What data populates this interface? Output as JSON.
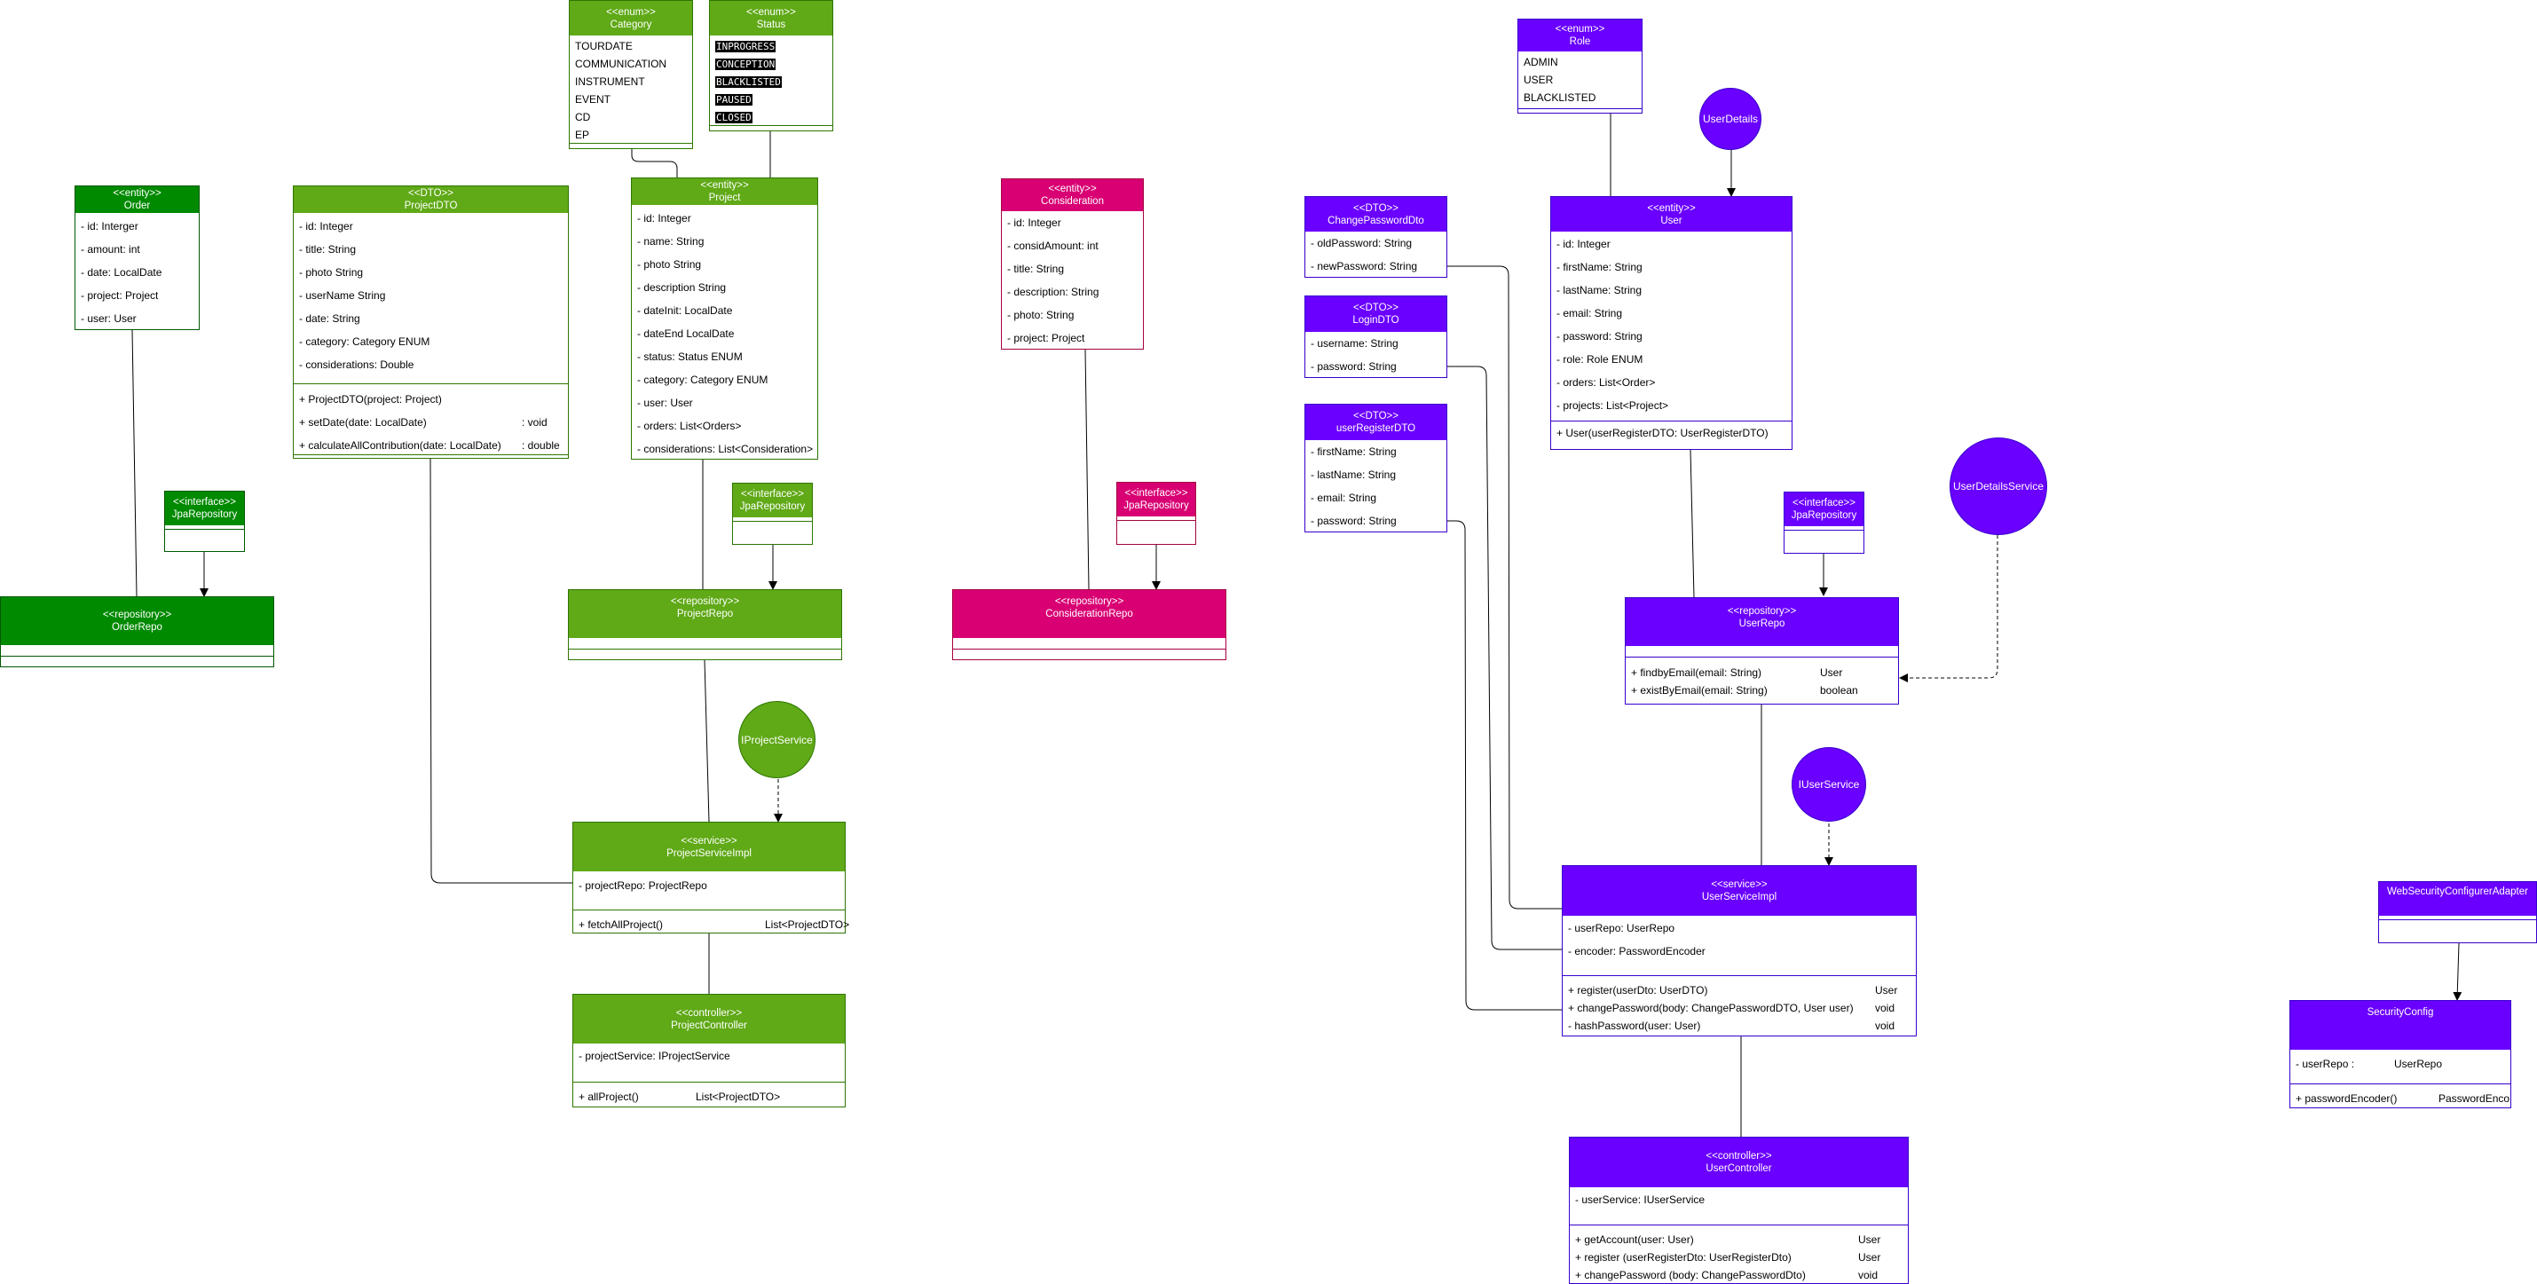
{
  "colors": {
    "green": "#60a917",
    "dark_green": "#008a00",
    "pink": "#d80073",
    "purple": "#6a00ff"
  },
  "category": {
    "stereo": "<<enum>>",
    "name": "Category",
    "values": [
      "TOURDATE",
      "COMMUNICATION",
      "INSTRUMENT",
      "EVENT",
      "CD",
      "EP"
    ]
  },
  "status": {
    "stereo": "<<enum>>",
    "name": "Status",
    "values": [
      "INPROGRESS",
      "CONCEPTION",
      "BLACKLISTED",
      "PAUSED",
      "CLOSED"
    ]
  },
  "role": {
    "stereo": "<<enum>>",
    "name": "Role",
    "values": [
      "ADMIN",
      "USER",
      "BLACKLISTED"
    ]
  },
  "order": {
    "stereo": "<<entity>>",
    "name": "Order",
    "fields": [
      "- id: Interger",
      "- amount: int",
      "- date: LocalDate",
      "- project: Project",
      "- user: User"
    ]
  },
  "project_dto": {
    "stereo": "<<DTO>>",
    "name": "ProjectDTO",
    "fields": [
      "- id: Integer",
      "- title: String",
      "- photo String",
      "- userName String",
      "- date: String",
      "- category: Category ENUM",
      "- considerations: Double"
    ],
    "methods": [
      {
        "sig": "+ ProjectDTO(project: Project)",
        "ret": ""
      },
      {
        "sig": "+ setDate(date: LocalDate)",
        "ret": ": void"
      },
      {
        "sig": "+ calculateAllContribution(date: LocalDate)",
        "ret": ": double"
      }
    ]
  },
  "project": {
    "stereo": "<<entity>>",
    "name": "Project",
    "fields": [
      "- id: Integer",
      "- name: String",
      "- photo String",
      "- description String",
      "- dateInit: LocalDate",
      "- dateEnd LocalDate",
      "- status: Status ENUM",
      "- category: Category ENUM",
      "- user: User",
      "- orders: List<Orders>",
      "- considerations: List<Consideration>"
    ]
  },
  "consideration": {
    "stereo": "<<entity>>",
    "name": "Consideration",
    "fields": [
      "- id: Integer",
      "- considAmount: int",
      "- title: String",
      "- description: String",
      "- photo: String",
      "- project: Project"
    ]
  },
  "change_password_dto": {
    "stereo": "<<DTO>>",
    "name": "ChangePasswordDto",
    "fields": [
      "- oldPassword: String",
      "- newPassword: String"
    ]
  },
  "login_dto": {
    "stereo": "<<DTO>>",
    "name": "LoginDTO",
    "fields": [
      "- username: String",
      "- password: String"
    ]
  },
  "user_register_dto": {
    "stereo": "<<DTO>>",
    "name": "userRegisterDTO",
    "fields": [
      "- firstName: String",
      "- lastName: String",
      "- email: String",
      "- password:  String"
    ]
  },
  "user": {
    "stereo": "<<entity>>",
    "name": "User",
    "fields": [
      "- id: Integer",
      "- firstName: String",
      "- lastName: String",
      "- email: String",
      "- password:  String",
      "- role: Role ENUM",
      "- orders: List<Order>",
      "- projects: List<Project>"
    ],
    "methods": [
      {
        "sig": "+ User(userRegisterDTO: UserRegisterDTO)",
        "ret": ""
      }
    ]
  },
  "jpa_order": {
    "stereo": "<<interface>>",
    "name": "JpaRepository"
  },
  "jpa_project": {
    "stereo": "<<interface>>",
    "name": "JpaRepository"
  },
  "jpa_consideration": {
    "stereo": "<<interface>>",
    "name": "JpaRepository"
  },
  "jpa_user": {
    "stereo": "<<interface>>",
    "name": "JpaRepository"
  },
  "order_repo": {
    "stereo": "<<repository>>",
    "name": "OrderRepo"
  },
  "project_repo": {
    "stereo": "<<repository>>",
    "name": "ProjectRepo"
  },
  "consideration_repo": {
    "stereo": "<<repository>>",
    "name": "ConsiderationRepo"
  },
  "user_repo": {
    "stereo": "<<repository>>",
    "name": "UserRepo",
    "methods": [
      {
        "sig": "+ findbyEmail(email: String)",
        "ret": "User"
      },
      {
        "sig": "+ existByEmail(email: String)",
        "ret": "boolean"
      }
    ]
  },
  "user_details": {
    "name": "UserDetails"
  },
  "user_details_service": {
    "name": "UserDetailsService"
  },
  "iproject_service": {
    "name": "IProjectService"
  },
  "iuser_service": {
    "name": "IUserService"
  },
  "project_service_impl": {
    "stereo": "<<service>>",
    "name": "ProjectServiceImpl",
    "fields": [
      "- projectRepo: ProjectRepo"
    ],
    "methods": [
      {
        "sig": "+ fetchAllProject()",
        "ret": "List<ProjectDTO>"
      }
    ]
  },
  "project_controller": {
    "stereo": "<<controller>>",
    "name": "ProjectController",
    "fields": [
      "- projectService: IProjectService"
    ],
    "methods": [
      {
        "sig": "+ allProject()",
        "ret": "List<ProjectDTO>"
      }
    ]
  },
  "user_service_impl": {
    "stereo": "<<service>>",
    "name": "UserServiceImpl",
    "fields": [
      "- userRepo: UserRepo",
      "- encoder: PasswordEncoder"
    ],
    "methods": [
      {
        "sig": "+ register(userDto: UserDTO)",
        "ret": "User"
      },
      {
        "sig": "+ changePassword(body: ChangePasswordDTO,  User user)",
        "ret": "void"
      },
      {
        "sig": "- hashPassword(user: User)",
        "ret": "void"
      }
    ]
  },
  "user_controller": {
    "stereo": "<<controller>>",
    "name": "UserController",
    "fields": [
      "- userService: IUserService"
    ],
    "methods": [
      {
        "sig": "+ getAccount(user: User)",
        "ret": "User"
      },
      {
        "sig": "+ register (userRegisterDto: UserRegisterDto)",
        "ret": "User"
      },
      {
        "sig": "+ changePassword (body: ChangePasswordDto)",
        "ret": "void"
      }
    ]
  },
  "web_security": {
    "name": "WebSecurityConfigurerAdapter"
  },
  "security_config": {
    "name": "SecurityConfig",
    "fields": [
      {
        "sig": "- userRepo        :",
        "ret": "UserRepo"
      }
    ],
    "methods": [
      {
        "sig": "+ passwordEncoder()",
        "ret": "PasswordEnco"
      }
    ]
  }
}
